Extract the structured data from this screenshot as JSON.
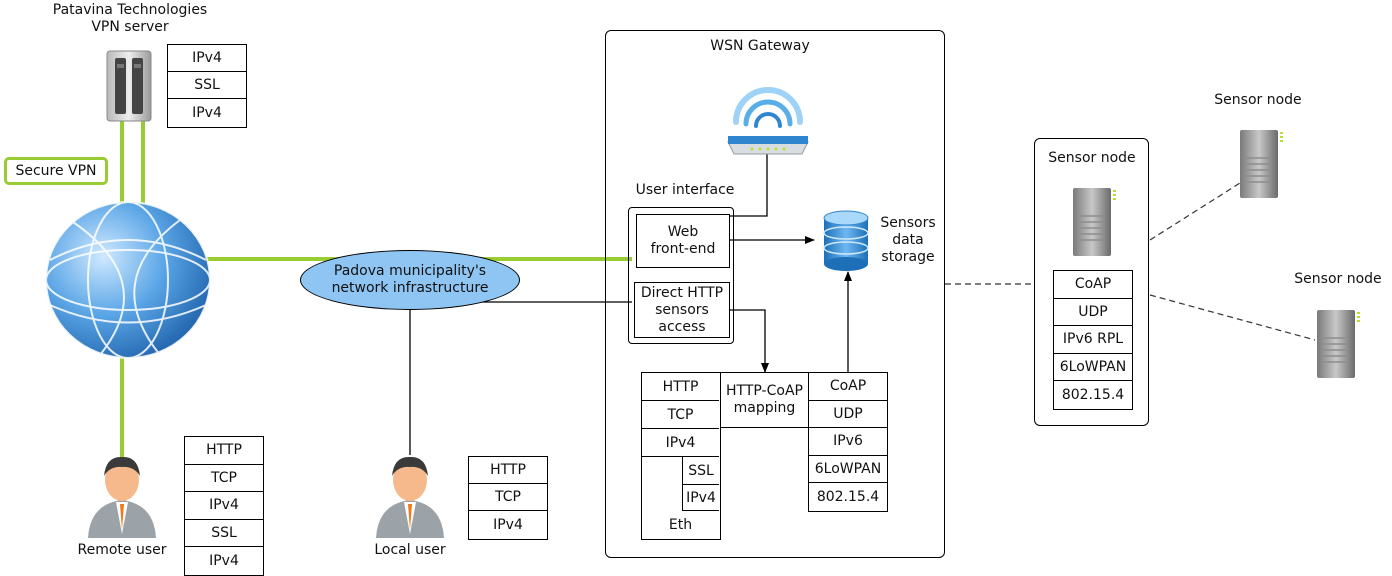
{
  "vpn_server": {
    "title_line1": "Patavina Technologies",
    "title_line2": "VPN server",
    "stack": [
      "IPv4",
      "SSL",
      "IPv4"
    ]
  },
  "secure_vpn_label": "Secure VPN",
  "network": {
    "label_line1": "Padova municipality's",
    "label_line2": "network infrastructure"
  },
  "remote_user": {
    "label": "Remote user",
    "stack": [
      "HTTP",
      "TCP",
      "IPv4",
      "SSL",
      "IPv4"
    ]
  },
  "local_user": {
    "label": "Local user",
    "stack": [
      "HTTP",
      "TCP",
      "IPv4"
    ]
  },
  "gateway": {
    "title": "WSN Gateway",
    "user_interface_label": "User interface",
    "web_frontend_line1": "Web",
    "web_frontend_line2": "front-end",
    "direct_http_line1": "Direct HTTP",
    "direct_http_line2": "sensors",
    "direct_http_line3": "access",
    "storage_line1": "Sensors",
    "storage_line2": "data",
    "storage_line3": "storage",
    "left_stack": {
      "http": "HTTP",
      "tcp": "TCP",
      "ipv4": "IPv4",
      "ssl": "SSL",
      "ipv4_inner": "IPv4",
      "eth": "Eth"
    },
    "mapping_line1": "HTTP-CoAP",
    "mapping_line2": "mapping",
    "right_stack": [
      "CoAP",
      "UDP",
      "IPv6",
      "6LoWPAN",
      "802.15.4"
    ]
  },
  "sensor_node_box": {
    "title": "Sensor node",
    "stack": [
      "CoAP",
      "UDP",
      "IPv6 RPL",
      "6LoWPAN",
      "802.15.4"
    ]
  },
  "sensor_node_top": {
    "label": "Sensor node"
  },
  "sensor_node_right": {
    "label": "Sensor node"
  },
  "colors": {
    "vpn_green": "#99cc33",
    "ellipse_fill": "#8ec5f2",
    "globe_blue": "#2f86cf"
  }
}
